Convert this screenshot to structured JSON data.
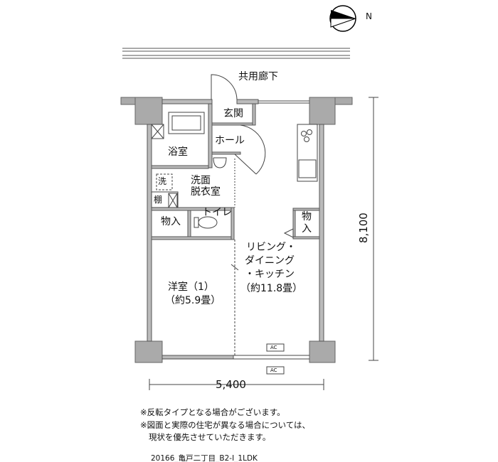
{
  "compass": {
    "label": "N"
  },
  "corridor": "共用廊下",
  "rooms": {
    "entrance": "玄関",
    "hall": "ホール",
    "bath": "浴室",
    "washroom_1": "洗面",
    "washroom_2": "脱衣室",
    "wash_mark": "洗",
    "shelf": "棚",
    "storage_left": "物入",
    "toilet": "トイレ",
    "storage_right_1": "物",
    "storage_right_2": "入",
    "ldk_1": "リビング・",
    "ldk_2": "ダイニング",
    "ldk_3": "・キッチン",
    "ldk_size": "（約11.8畳）",
    "western_1": "洋室（1）",
    "western_size": "（約5.9畳）"
  },
  "ac_labels": [
    "AC",
    "AC"
  ],
  "dimensions": {
    "width": "5,400",
    "depth": "8,100"
  },
  "notes": [
    "※反転タイプとなる場合がございます。",
    "※図面と実際の住宅が異なる場合については、",
    "現状を優先させていただきます。"
  ],
  "code": "20166_亀戸二丁目_B2-Ⅰ_1LDK"
}
